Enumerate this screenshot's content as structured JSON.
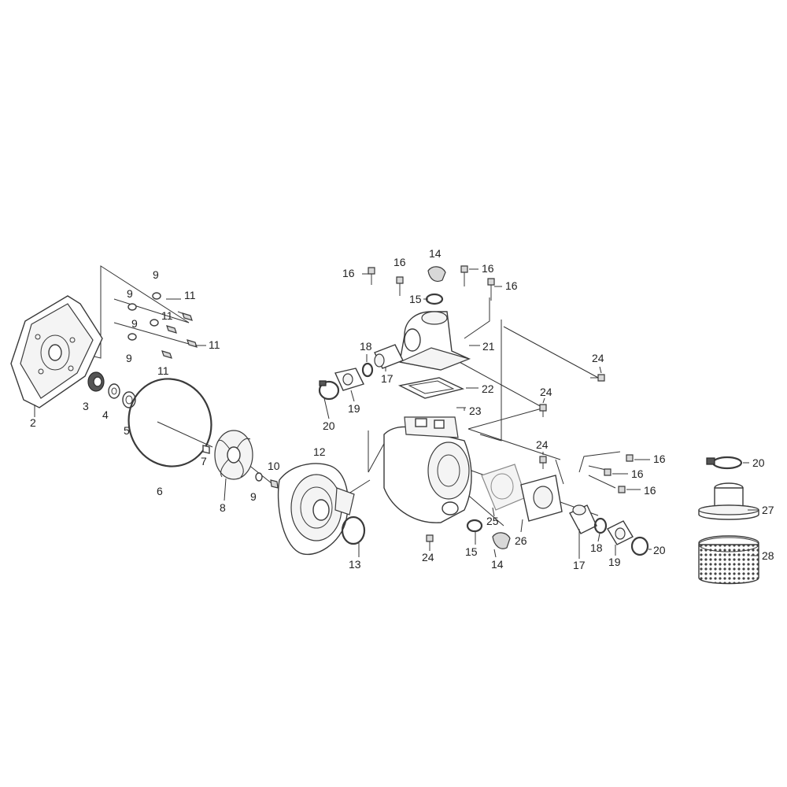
{
  "callouts": {
    "c2": "2",
    "c3": "3",
    "c4": "4",
    "c5": "5",
    "c6": "6",
    "c7": "7",
    "c8": "8",
    "c9a": "9",
    "c9b": "9",
    "c9c": "9",
    "c9d": "9",
    "c9e": "9",
    "c10": "10",
    "c11a": "11",
    "c11b": "11",
    "c11c": "11",
    "c11d": "11",
    "c12": "12",
    "c13": "13",
    "c14a": "14",
    "c14b": "14",
    "c15a": "15",
    "c15b": "15",
    "c16a": "16",
    "c16b": "16",
    "c16c": "16",
    "c16d": "16",
    "c16e": "16",
    "c16f": "16",
    "c16g": "16",
    "c17a": "17",
    "c17b": "17",
    "c18a": "18",
    "c18b": "18",
    "c19a": "19",
    "c19b": "19",
    "c20a": "20",
    "c20b": "20",
    "c20c": "20",
    "c21": "21",
    "c22": "22",
    "c23": "23",
    "c24a": "24",
    "c24b": "24",
    "c24c": "24",
    "c24d": "24",
    "c25": "25",
    "c26": "26",
    "c27": "27",
    "c28": "28"
  }
}
